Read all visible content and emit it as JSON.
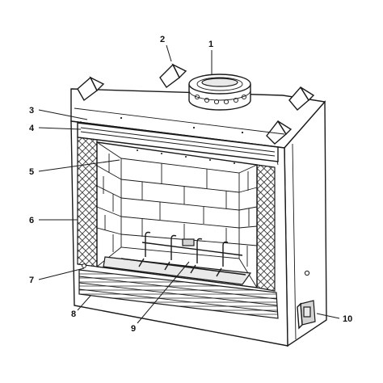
{
  "callouts": [
    {
      "id": "1",
      "label": "1"
    },
    {
      "id": "2",
      "label": "2"
    },
    {
      "id": "3",
      "label": "3"
    },
    {
      "id": "4",
      "label": "4"
    },
    {
      "id": "5",
      "label": "5"
    },
    {
      "id": "6",
      "label": "6"
    },
    {
      "id": "7",
      "label": "7"
    },
    {
      "id": "8",
      "label": "8"
    },
    {
      "id": "9",
      "label": "9"
    },
    {
      "id": "10",
      "label": "10"
    }
  ],
  "colors": {
    "line": "#1a1a1a",
    "background": "#ffffff",
    "shade": "#e9e9e9"
  }
}
